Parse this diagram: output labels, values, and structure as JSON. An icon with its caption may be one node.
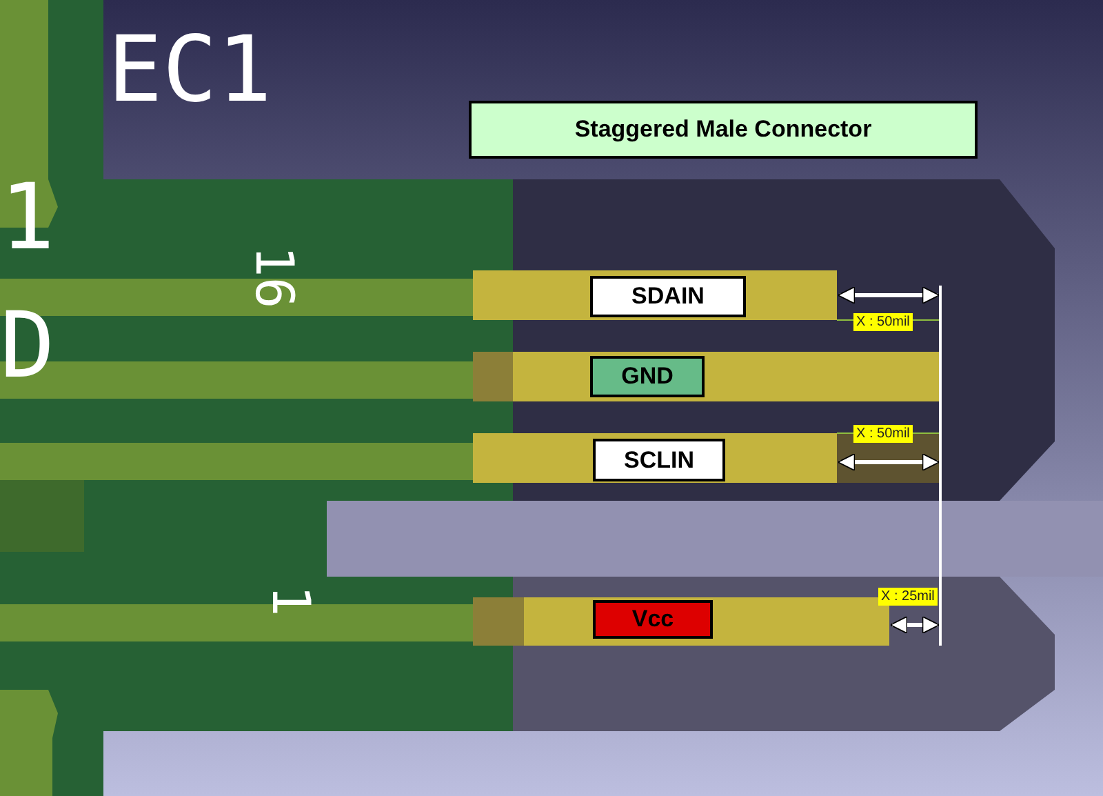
{
  "diagram": {
    "nodes": [
      {
        "text": [
          "Staggered Male Connector"
        ]
      },
      {
        "text": [
          "SDAIN"
        ]
      },
      {
        "text": [
          "GND"
        ]
      },
      {
        "text": [
          "SCLIN"
        ]
      },
      {
        "text": [
          "Vcc"
        ]
      }
    ],
    "labels": [
      "EC1",
      "1",
      "D",
      "16",
      "X : 50mil",
      "X : 50mil",
      "1",
      "X : 25mil"
    ]
  }
}
